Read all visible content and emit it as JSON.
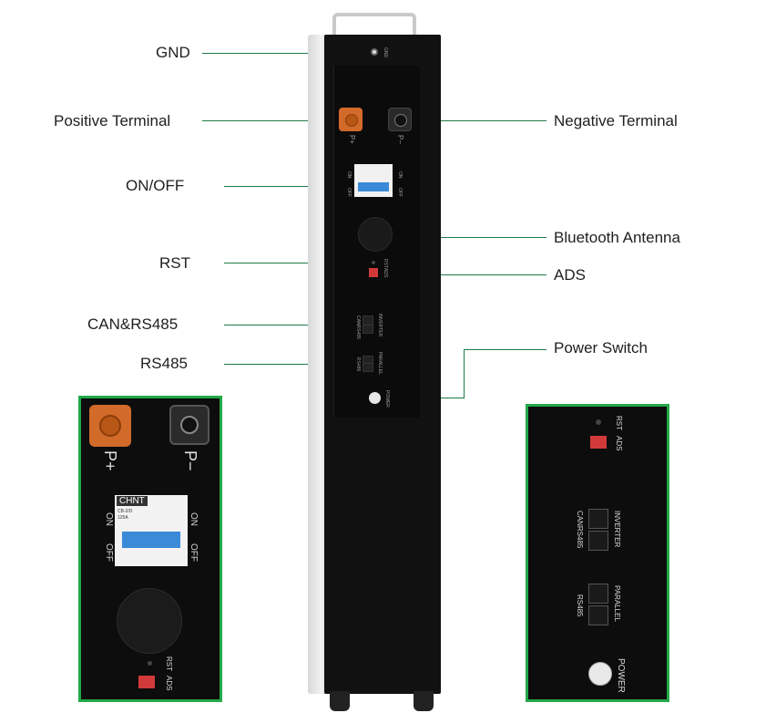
{
  "callouts": {
    "gnd": "GND",
    "positive_terminal": "Positive Terminal",
    "negative_terminal": "Negative Terminal",
    "on_off": "ON/OFF",
    "bluetooth_antenna": "Bluetooth Antenna",
    "rst": "RST",
    "ads": "ADS",
    "can_rs485": "CAN&RS485",
    "power_switch": "Power Switch",
    "rs485": "RS485"
  },
  "device_labels": {
    "gnd": "GND",
    "p_plus": "P+",
    "p_minus": "P−",
    "on": "ON",
    "off": "OFF",
    "rst": "RST",
    "ads": "ADS",
    "inverter": "INVERTER",
    "can_rs485": "CANRS485",
    "parallel": "PARALLEL",
    "rs485": "RS485",
    "power": "POWER",
    "breaker_brand": "CHNT",
    "breaker_model": "CB-2/D",
    "breaker_rating": "125A"
  },
  "colors": {
    "accent_green": "#23a84a",
    "leader_line": "#1f7a46",
    "positive_terminal": "#d26a2a",
    "breaker_blue": "#3b8ad8",
    "dip_red": "#d23a3a"
  }
}
